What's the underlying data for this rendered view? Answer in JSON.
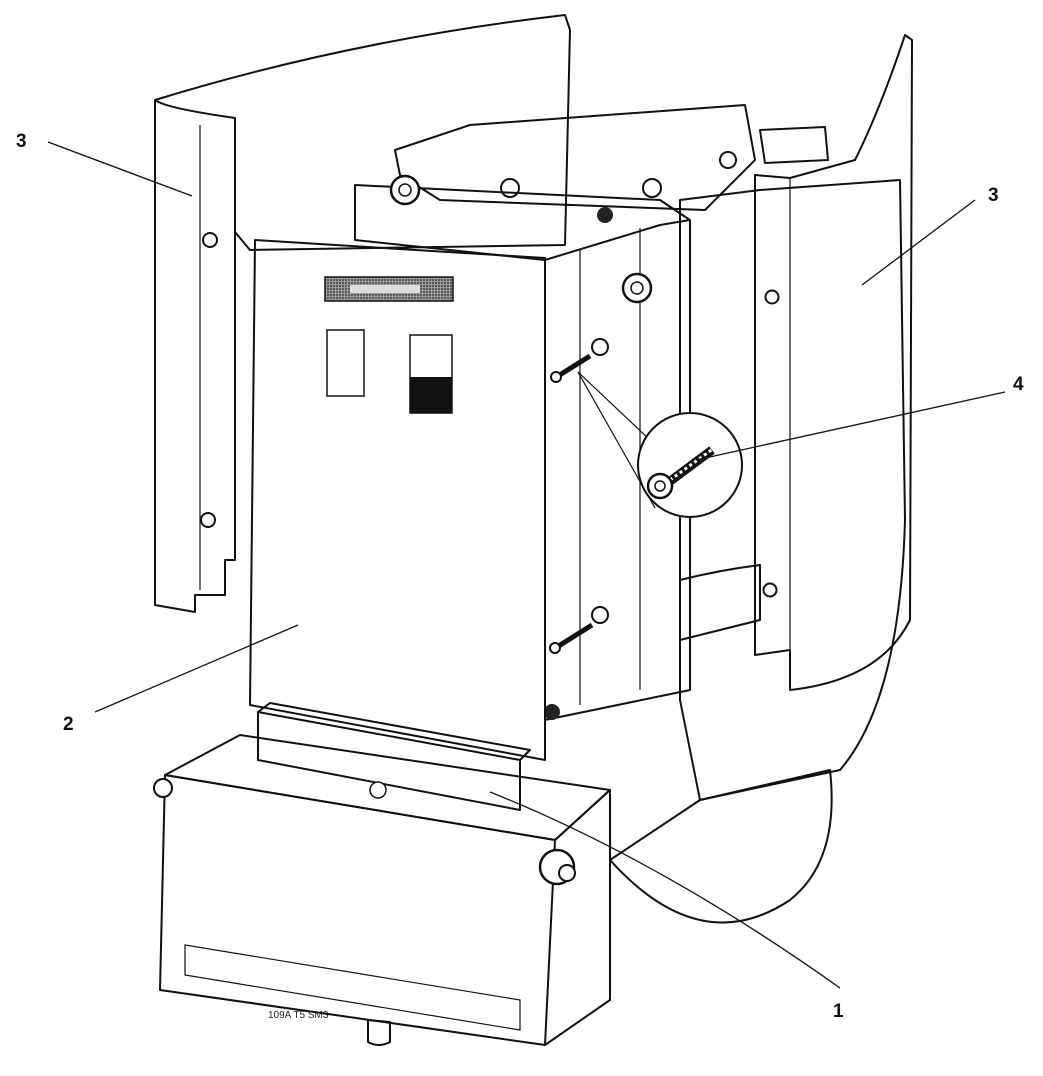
{
  "callouts": {
    "part_1": "1",
    "part_2": "2",
    "part_3_left": "3",
    "part_3_right": "3",
    "part_4": "4"
  },
  "reference_code": "109A T5 SM3"
}
